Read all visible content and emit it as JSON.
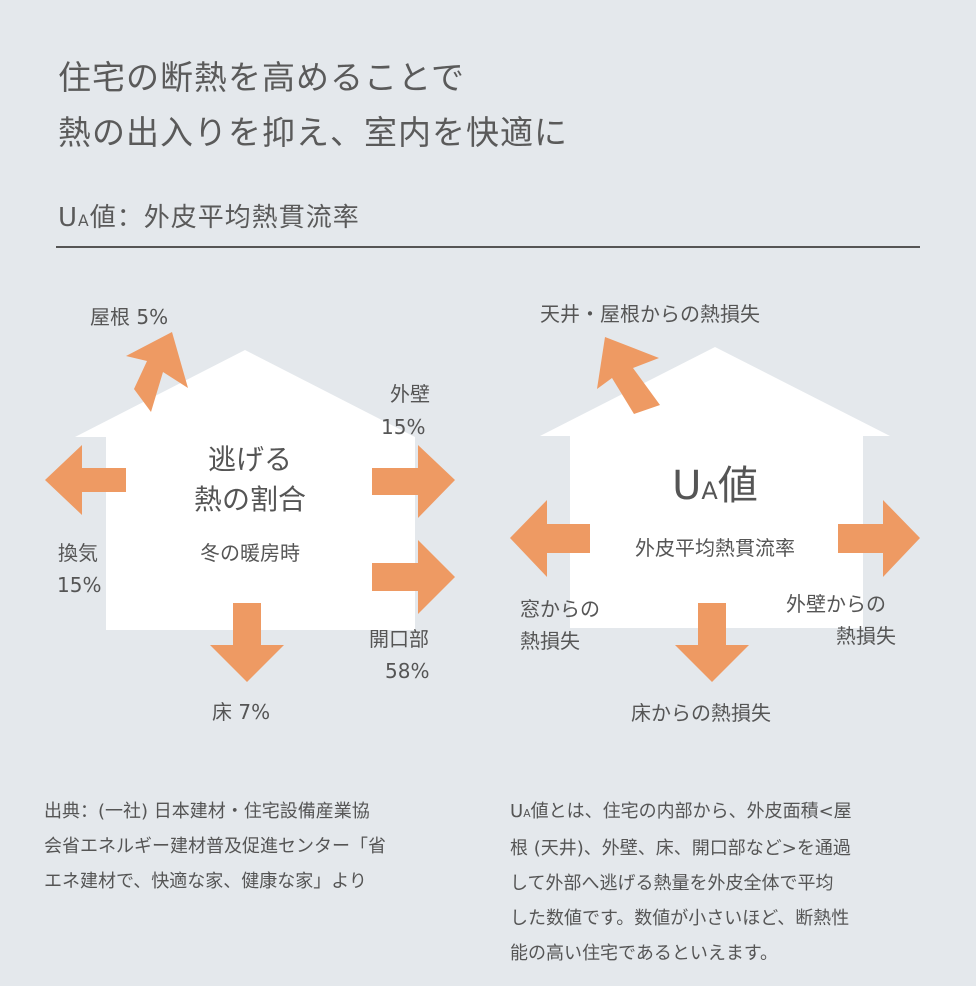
{
  "headline": {
    "line1": "住宅の断熱を高めることで",
    "line2": "熱の出入りを抑え、室内を快適に"
  },
  "subtitle": {
    "u": "U",
    "a": "A",
    "rest": "値：外皮平均熱貫流率"
  },
  "left_house": {
    "center_line1": "逃げる",
    "center_line2": "熱の割合",
    "season": "冬の暖房時",
    "roof": "屋根 5%",
    "wall_label": "外壁",
    "wall_value": "15%",
    "vent_label": "換気",
    "vent_value": "15%",
    "openings_label": "開口部",
    "openings_value": "58%",
    "floor": "床 7%"
  },
  "right_house": {
    "ua_u": "U",
    "ua_a": "A",
    "ua_rest": "値",
    "definition": "外皮平均熱貫流率",
    "roof": "天井・屋根からの熱損失",
    "window_line1": "窓からの",
    "window_line2": "熱損失",
    "wall_line1": "外壁からの",
    "wall_line2": "熱損失",
    "floor": "床からの熱損失"
  },
  "source": {
    "line1": "出典：(一社) 日本建材・住宅設備産業協",
    "line2": "会省エネルギー建材普及促進センター「省",
    "line3": "エネ建材で、快適な家、健康な家」より"
  },
  "explanation": {
    "u": "U",
    "a": "A",
    "line1_rest": "値とは、住宅の内部から、外皮面積<屋",
    "line2": "根 (天井)、外壁、床、開口部など>を通過",
    "line3": "して外部へ逃げる熱量を外皮全体で平均",
    "line4": "した数値です。数値が小さいほど、断熱性",
    "line5": "能の高い住宅であるといえます。"
  },
  "colors": {
    "background": "#e4e8ec",
    "house": "#ffffff",
    "arrow": "#ee9a63",
    "text": "#555555"
  },
  "icons": [
    "house-shape",
    "arrow-up-left",
    "arrow-left",
    "arrow-right",
    "arrow-down"
  ]
}
